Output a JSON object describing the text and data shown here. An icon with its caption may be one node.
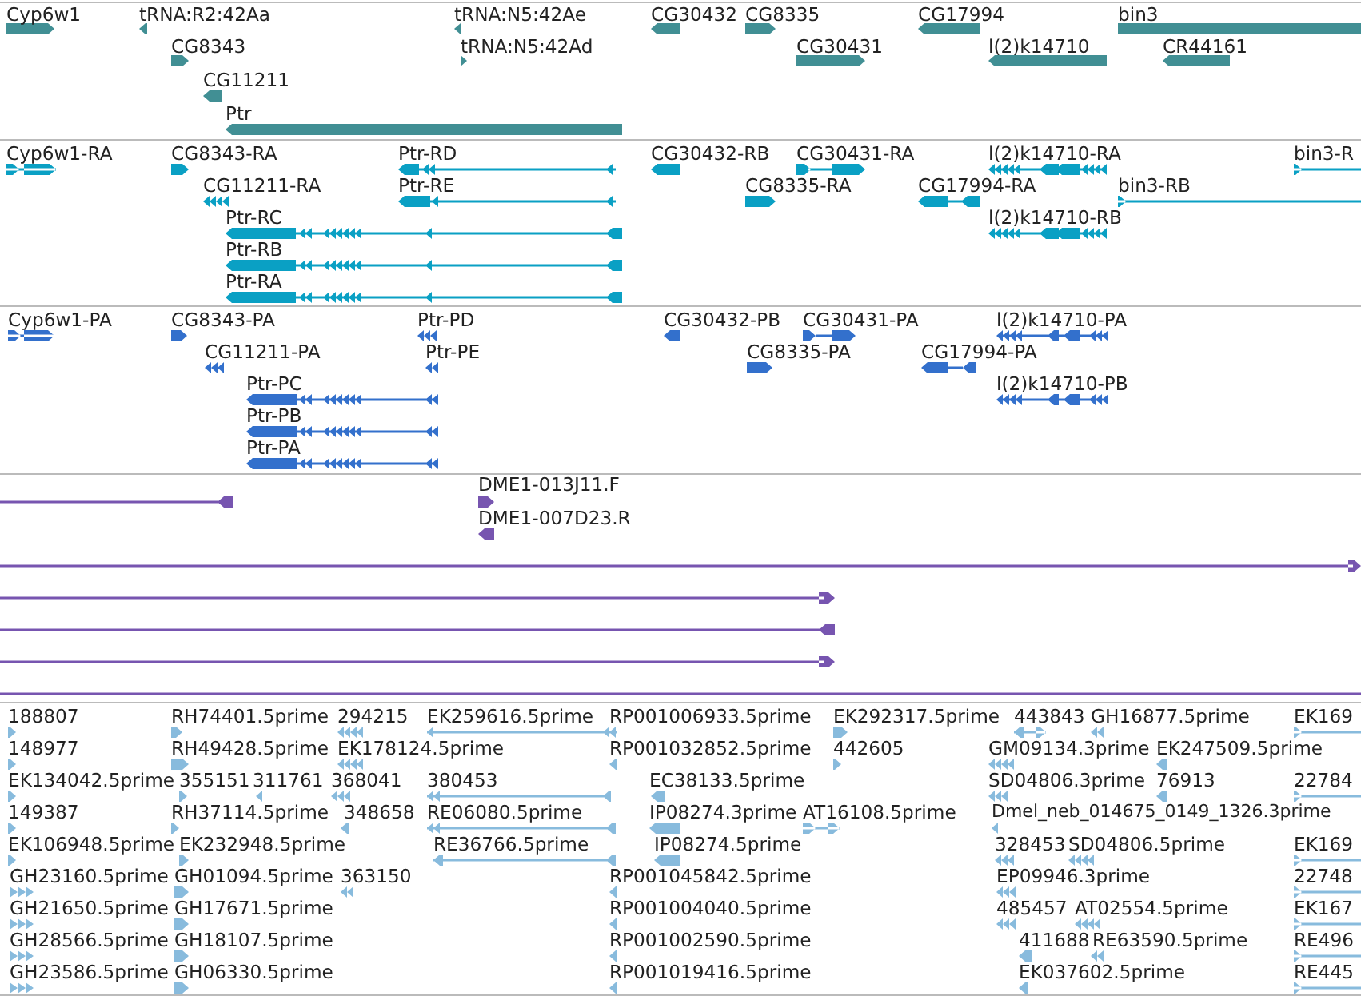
{
  "diagram": {
    "labels": [
      "Cyp6w1",
      "tRNA:R2:42Aa",
      "tRNA:N5:42Ae",
      "CG30432",
      "CG8335",
      "CG17994",
      "bin3",
      "CG8343",
      "tRNA:N5:42Ad",
      "CG30431",
      "l(2)k14710",
      "CR44161",
      "CG11211",
      "Ptr",
      "Cyp6w1-RA",
      "CG8343-RA",
      "Ptr-RD",
      "CG30432-RB",
      "CG30431-RA",
      "l(2)k14710-RA",
      "bin3-R",
      "CG11211-RA",
      "Ptr-RE",
      "CG8335-RA",
      "CG17994-RA",
      "bin3-RB",
      "Ptr-RC",
      "l(2)k14710-RB",
      "Ptr-RB",
      "Ptr-RA",
      "Cyp6w1-PA",
      "CG8343-PA",
      "Ptr-PD",
      "CG30432-PB",
      "CG30431-PA",
      "l(2)k14710-PA",
      "CG11211-PA",
      "Ptr-PE",
      "CG8335-PA",
      "CG17994-PA",
      "Ptr-PC",
      "l(2)k14710-PB",
      "Ptr-PB",
      "Ptr-PA",
      "DME1-013J11.F",
      "DME1-007D23.R",
      "188807",
      "RH74401.5prime",
      "294215",
      "EK259616.5prime",
      "RP001006933.5prime",
      "EK292317.5prime",
      "443843",
      "GH16877.5prime",
      "EK169",
      "148977",
      "RH49428.5prime",
      "EK178124.5prime",
      "RP001032852.5prime",
      "442605",
      "GM09134.3prime",
      "EK247509.5prime",
      "EK134042.5prime",
      "355151",
      "311761",
      "368041",
      "380453",
      "EC38133.5prime",
      "SD04806.3prime",
      "76913",
      "22784",
      "149387",
      "RH37114.5prime",
      "348658",
      "RE06080.5prime",
      "IP08274.3prime",
      "AT16108.5prime",
      "Dmel_neb_014675_0149_1326.3prime",
      "EK106948.5prime",
      "EK232948.5prime",
      "RE36766.5prime",
      "IP08274.5prime",
      "328453",
      "SD04806.5prime",
      "EK169",
      "GH23160.5prime",
      "GH01094.5prime",
      "363150",
      "RP001045842.5prime",
      "EP09946.3prime",
      "22748",
      "GH21650.5prime",
      "GH17671.5prime",
      "RP001004040.5prime",
      "485457",
      "AT02554.5prime",
      "EK167",
      "GH28566.5prime",
      "GH18107.5prime",
      "RP001002590.5prime",
      "411688",
      "RE63590.5prime",
      "RE496",
      "GH23586.5prime",
      "GH06330.5prime",
      "RP001019416.5prime",
      "EK037602.5prime",
      "RE445"
    ]
  }
}
